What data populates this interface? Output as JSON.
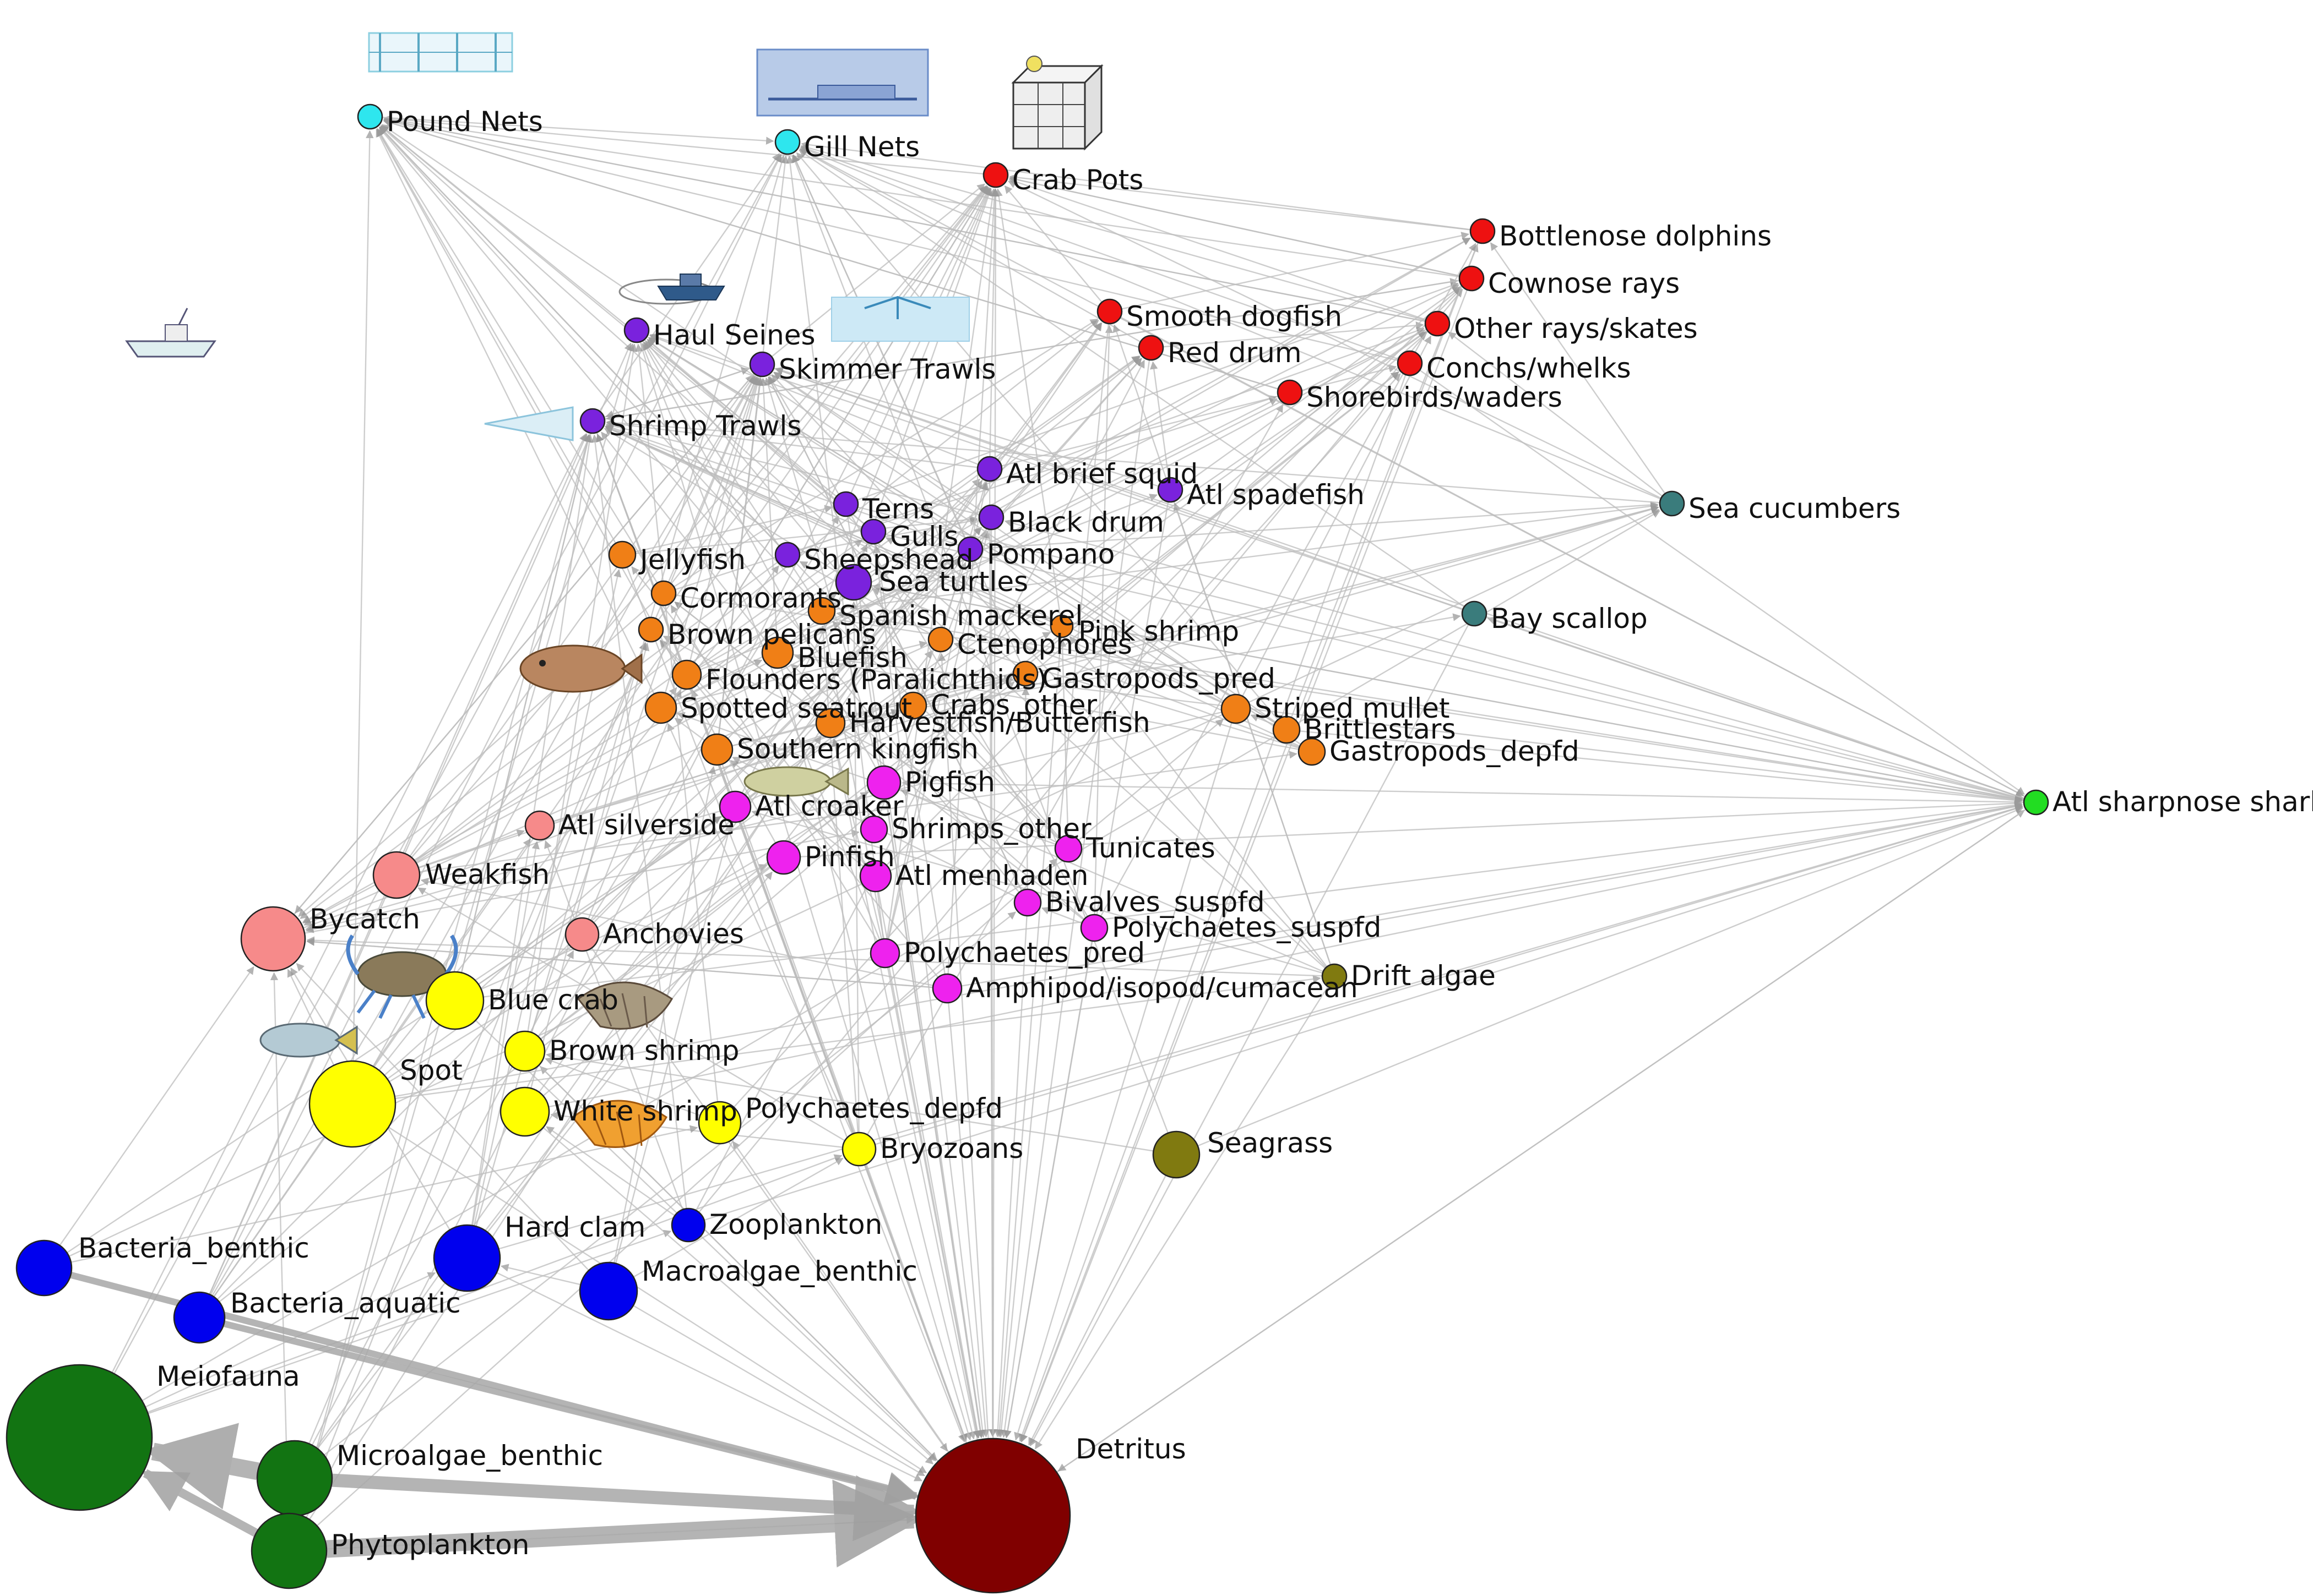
{
  "groups": {
    "fleet_top": "#2ee6ee",
    "top_predator": "#ee1111",
    "upper": "#7a22dd",
    "mid": "#f07f16",
    "lower_mid": "#ee22ee",
    "forage": "#f68a8a",
    "bivalve_teal": "#3a7c7c",
    "shark": "#22dd22",
    "prey_yellow": "#ffff00",
    "olive": "#807a10",
    "base_blue": "#0000ee",
    "producer": "#127412",
    "detritus": "#800000"
  },
  "nodes": [
    {
      "id": "pound_nets",
      "label": "Pound Nets",
      "group": "fleet_top"
    },
    {
      "id": "gill_nets",
      "label": "Gill Nets",
      "group": "fleet_top"
    },
    {
      "id": "crab_pots",
      "label": "Crab Pots",
      "group": "top_predator"
    },
    {
      "id": "bottlenose_dolphins",
      "label": "Bottlenose dolphins",
      "group": "top_predator"
    },
    {
      "id": "cownose_rays",
      "label": "Cownose rays",
      "group": "top_predator"
    },
    {
      "id": "smooth_dogfish",
      "label": "Smooth dogfish",
      "group": "top_predator"
    },
    {
      "id": "other_rays",
      "label": "Other rays/skates",
      "group": "top_predator"
    },
    {
      "id": "red_drum",
      "label": "Red drum",
      "group": "top_predator"
    },
    {
      "id": "conchs",
      "label": "Conchs/whelks",
      "group": "top_predator"
    },
    {
      "id": "shorebirds",
      "label": "Shorebirds/waders",
      "group": "top_predator"
    },
    {
      "id": "haul_seines",
      "label": "Haul Seines",
      "group": "upper"
    },
    {
      "id": "skimmer_trawls",
      "label": "Skimmer Trawls",
      "group": "upper"
    },
    {
      "id": "shrimp_trawls",
      "label": "Shrimp Trawls",
      "group": "upper"
    },
    {
      "id": "atl_brief_squid",
      "label": "Atl brief squid",
      "group": "upper"
    },
    {
      "id": "atl_spadefish",
      "label": "Atl spadefish",
      "group": "upper"
    },
    {
      "id": "terns",
      "label": "Terns",
      "group": "upper"
    },
    {
      "id": "gulls",
      "label": "Gulls",
      "group": "upper"
    },
    {
      "id": "black_drum",
      "label": "Black drum",
      "group": "upper"
    },
    {
      "id": "pompano",
      "label": "Pompano",
      "group": "upper"
    },
    {
      "id": "sheepshead",
      "label": "Sheepshead",
      "group": "upper"
    },
    {
      "id": "sea_turtles",
      "label": "Sea turtles",
      "group": "upper"
    },
    {
      "id": "sea_cucumbers",
      "label": "Sea cucumbers",
      "group": "bivalve_teal"
    },
    {
      "id": "bay_scallop",
      "label": "Bay scallop",
      "group": "bivalve_teal"
    },
    {
      "id": "jellyfish",
      "label": "Jellyfish",
      "group": "mid"
    },
    {
      "id": "cormorants",
      "label": "Cormorants",
      "group": "mid"
    },
    {
      "id": "spanish_mackerel",
      "label": "Spanish mackerel",
      "group": "mid"
    },
    {
      "id": "pink_shrimp",
      "label": "Pink shrimp",
      "group": "mid"
    },
    {
      "id": "brown_pelicans",
      "label": "Brown pelicans",
      "group": "mid"
    },
    {
      "id": "bluefish",
      "label": "Bluefish",
      "group": "mid"
    },
    {
      "id": "ctenophores",
      "label": "Ctenophores",
      "group": "mid"
    },
    {
      "id": "flounders",
      "label": "Flounders (Paralichthids)",
      "group": "mid"
    },
    {
      "id": "gastropods_pred",
      "label": "Gastropods_pred",
      "group": "mid"
    },
    {
      "id": "spotted_seatrout",
      "label": "Spotted seatrout",
      "group": "mid"
    },
    {
      "id": "crabs_other",
      "label": "Crabs_other",
      "group": "mid"
    },
    {
      "id": "striped_mullet",
      "label": "Striped mullet",
      "group": "mid"
    },
    {
      "id": "harvestfish",
      "label": "Harvestfish/Butterfish",
      "group": "mid"
    },
    {
      "id": "brittlestars",
      "label": "Brittlestars",
      "group": "mid"
    },
    {
      "id": "southern_kingfish",
      "label": "Southern kingfish",
      "group": "mid"
    },
    {
      "id": "gastropods_depfd",
      "label": "Gastropods_depfd",
      "group": "mid"
    },
    {
      "id": "pigfish",
      "label": "Pigfish",
      "group": "lower_mid"
    },
    {
      "id": "atl_croaker",
      "label": "Atl croaker",
      "group": "lower_mid"
    },
    {
      "id": "atl_sharpnose_shark",
      "label": "Atl sharpnose shark",
      "group": "shark"
    },
    {
      "id": "shrimps_other",
      "label": "Shrimps_other",
      "group": "lower_mid"
    },
    {
      "id": "atl_silverside",
      "label": "Atl silverside",
      "group": "forage"
    },
    {
      "id": "tunicates",
      "label": "Tunicates",
      "group": "lower_mid"
    },
    {
      "id": "pinfish",
      "label": "Pinfish",
      "group": "lower_mid"
    },
    {
      "id": "weakfish",
      "label": "Weakfish",
      "group": "forage"
    },
    {
      "id": "atl_menhaden",
      "label": "Atl menhaden",
      "group": "lower_mid"
    },
    {
      "id": "bivalves_suspfd",
      "label": "Bivalves_suspfd",
      "group": "lower_mid"
    },
    {
      "id": "bycatch",
      "label": "Bycatch",
      "group": "forage"
    },
    {
      "id": "polychaetes_suspfd",
      "label": "Polychaetes_suspfd",
      "group": "lower_mid"
    },
    {
      "id": "anchovies",
      "label": "Anchovies",
      "group": "forage"
    },
    {
      "id": "polychaetes_pred",
      "label": "Polychaetes_pred",
      "group": "lower_mid"
    },
    {
      "id": "blue_crab",
      "label": "Blue crab",
      "group": "prey_yellow"
    },
    {
      "id": "drift_algae",
      "label": "Drift algae",
      "group": "olive"
    },
    {
      "id": "amphipod",
      "label": "Amphipod/isopod/cumacean",
      "group": "lower_mid"
    },
    {
      "id": "brown_shrimp",
      "label": "Brown shrimp",
      "group": "prey_yellow"
    },
    {
      "id": "spot",
      "label": "Spot",
      "group": "prey_yellow"
    },
    {
      "id": "white_shrimp",
      "label": "White shrimp",
      "group": "prey_yellow"
    },
    {
      "id": "polychaetes_depfd",
      "label": "Polychaetes_depfd",
      "group": "prey_yellow"
    },
    {
      "id": "bryozoans",
      "label": "Bryozoans",
      "group": "prey_yellow"
    },
    {
      "id": "seagrass",
      "label": "Seagrass",
      "group": "olive"
    },
    {
      "id": "zooplankton",
      "label": "Zooplankton",
      "group": "base_blue"
    },
    {
      "id": "hard_clam",
      "label": "Hard clam",
      "group": "base_blue"
    },
    {
      "id": "bacteria_benthic",
      "label": "Bacteria_benthic",
      "group": "base_blue"
    },
    {
      "id": "macroalgae_benthic",
      "label": "Macroalgae_benthic",
      "group": "base_blue"
    },
    {
      "id": "bacteria_aquatic",
      "label": "Bacteria_aquatic",
      "group": "base_blue"
    },
    {
      "id": "meiofauna",
      "label": "Meiofauna",
      "group": "producer"
    },
    {
      "id": "microalgae_benthic",
      "label": "Microalgae_benthic",
      "group": "producer"
    },
    {
      "id": "detritus",
      "label": "Detritus",
      "group": "detritus"
    },
    {
      "id": "phytoplankton",
      "label": "Phytoplankton",
      "group": "producer"
    }
  ],
  "heavy_flows": [
    {
      "from": "microalgae_benthic",
      "to": "meiofauna",
      "weight": 4
    },
    {
      "from": "microalgae_benthic",
      "to": "detritus",
      "weight": 3
    },
    {
      "from": "phytoplankton",
      "to": "detritus",
      "weight": 4
    },
    {
      "from": "phytoplankton",
      "to": "meiofauna",
      "weight": 2
    },
    {
      "from": "bacteria_benthic",
      "to": "detritus",
      "weight": 1.5
    },
    {
      "from": "bacteria_aquatic",
      "to": "detritus",
      "weight": 1.5
    }
  ],
  "icons": [
    {
      "name": "pound-net-icon",
      "near": "pound_nets"
    },
    {
      "name": "gill-net-icon",
      "near": "gill_nets"
    },
    {
      "name": "crab-pot-icon",
      "near": "crab_pots"
    },
    {
      "name": "haul-seine-boat-icon",
      "near": "haul_seines"
    },
    {
      "name": "skimmer-trawl-icon",
      "near": "skimmer_trawls"
    },
    {
      "name": "shrimp-trawler-icon",
      "near": "shrimp_trawls"
    },
    {
      "name": "flounder-fish-icon",
      "near": "flounders"
    },
    {
      "name": "croaker-fish-icon",
      "near": "atl_croaker"
    },
    {
      "name": "blue-crab-icon",
      "near": "blue_crab"
    },
    {
      "name": "brown-shrimp-icon",
      "near": "brown_shrimp"
    },
    {
      "name": "spot-fish-icon",
      "near": "spot"
    },
    {
      "name": "white-shrimp-icon",
      "near": "white_shrimp"
    }
  ]
}
